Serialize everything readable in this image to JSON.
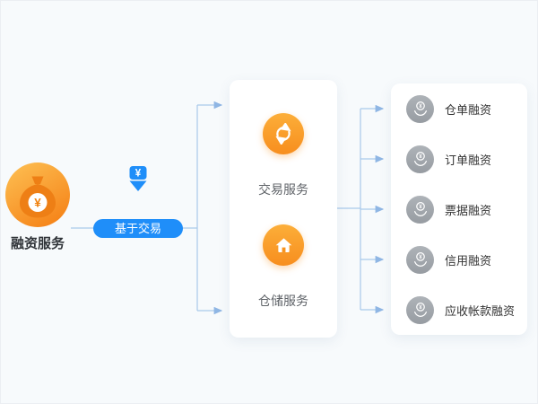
{
  "page": {
    "background": "#f7fafc"
  },
  "colors": {
    "orange_start": "#fcae39",
    "orange_end": "#f78e1e",
    "blue": "#1f8ef9",
    "connector_line": "#a9c9ea",
    "arrowhead": "#8fb6e4",
    "gray_icon": "#9fa4aa",
    "card_bg": "#ffffff",
    "text_dark": "#2f3338",
    "text_mid": "#5f6368"
  },
  "glyphs": {
    "yen": "¥"
  },
  "source": {
    "label": "融资服务",
    "icon": "money-bag-icon"
  },
  "flow": {
    "arrow_icon": "yen-down-arrow-icon",
    "badge": "基于交易"
  },
  "services_card": {
    "items": [
      {
        "label": "交易服务",
        "icon": "exchange-arrows-icon"
      },
      {
        "label": "仓储服务",
        "icon": "warehouse-house-icon"
      }
    ]
  },
  "financing_card": {
    "items": [
      {
        "label": "仓单融资",
        "icon": "yen-hand-icon"
      },
      {
        "label": "订单融资",
        "icon": "yen-hand-icon"
      },
      {
        "label": "票据融资",
        "icon": "yen-hand-icon"
      },
      {
        "label": "信用融资",
        "icon": "yen-hand-icon"
      },
      {
        "label": "应收帐款融资",
        "icon": "yen-hand-icon"
      }
    ]
  }
}
